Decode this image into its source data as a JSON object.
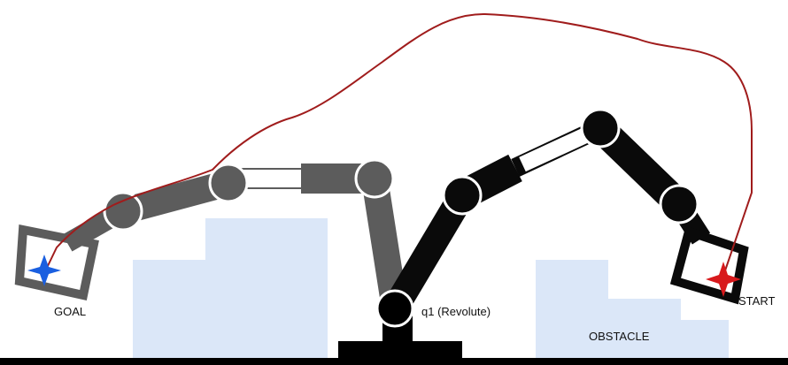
{
  "labels": {
    "goal": "GOAL",
    "start": "START",
    "joint": "q1 (Revolute)",
    "obstacle": "OBSTACLE"
  },
  "colors": {
    "background": "#ffffff",
    "obstacle": "#dbe7f8",
    "path": "#a01c1c",
    "start_arm": "#0a0a0a",
    "goal_arm": "#5c5c5c",
    "joint_ring": "#ffffff",
    "goal_marker": "#1a5fe0",
    "start_marker": "#d8191c",
    "ground": "#000000"
  },
  "icons": {
    "goal_marker": "four-point-star-icon",
    "start_marker": "four-point-star-icon"
  }
}
